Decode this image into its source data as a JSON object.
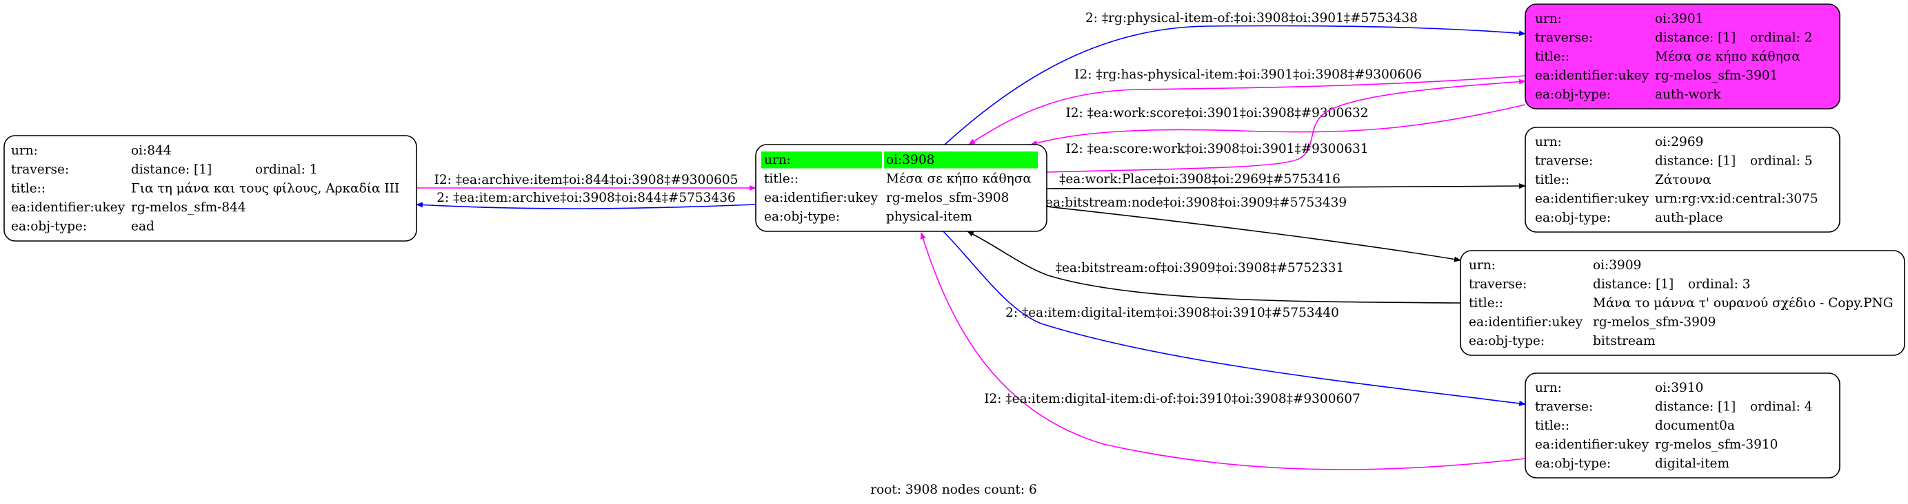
{
  "colors": {
    "blue": "#0000ff",
    "magenta": "#ff00ff",
    "black": "#000000",
    "highlight_green": "#00ff00",
    "node_pink": "#ff33ff"
  },
  "footer": "root: 3908 nodes count: 6",
  "nodes": [
    {
      "id": "oi-844",
      "style": "plain",
      "rows": [
        {
          "key": "urn:",
          "value": "oi:844"
        },
        {
          "key": "traverse:",
          "value": "distance: [1]",
          "extra": "ordinal: 1"
        },
        {
          "key": "title::",
          "value": "Για τη μάνα και τους φίλους, Αρκαδία III"
        },
        {
          "key": "ea:identifier:ukey",
          "value": "rg-melos_sfm-844"
        },
        {
          "key": "ea:obj-type:",
          "value": "ead"
        }
      ]
    },
    {
      "id": "oi-3908",
      "style": "root",
      "rows": [
        {
          "key": "urn:",
          "value": "oi:3908",
          "highlight": true
        },
        {
          "key": "title::",
          "value": "Μέσα σε κήπο κάθησα"
        },
        {
          "key": "ea:identifier:ukey",
          "value": "rg-melos_sfm-3908"
        },
        {
          "key": "ea:obj-type:",
          "value": "physical-item"
        }
      ]
    },
    {
      "id": "oi-3901",
      "style": "pink",
      "rows": [
        {
          "key": "urn:",
          "value": "oi:3901"
        },
        {
          "key": "traverse:",
          "value": "distance: [1]",
          "extra": "ordinal: 2"
        },
        {
          "key": "title::",
          "value": "Μέσα σε κήπο κάθησα"
        },
        {
          "key": "ea:identifier:ukey",
          "value": "rg-melos_sfm-3901"
        },
        {
          "key": "ea:obj-type:",
          "value": "auth-work"
        }
      ]
    },
    {
      "id": "oi-2969",
      "style": "plain",
      "rows": [
        {
          "key": "urn:",
          "value": "oi:2969"
        },
        {
          "key": "traverse:",
          "value": "distance: [1]",
          "extra": "ordinal: 5"
        },
        {
          "key": "title::",
          "value": "Ζάτουνα"
        },
        {
          "key": "ea:identifier:ukey",
          "value": "urn:rg:vx:id:central:3075"
        },
        {
          "key": "ea:obj-type:",
          "value": "auth-place"
        }
      ]
    },
    {
      "id": "oi-3909",
      "style": "plain",
      "rows": [
        {
          "key": "urn:",
          "value": "oi:3909"
        },
        {
          "key": "traverse:",
          "value": "distance: [1]",
          "extra": "ordinal: 3"
        },
        {
          "key": "title::",
          "value": "Μάνα το μάννα τ' ουρανού σχέδιο - Copy.PNG"
        },
        {
          "key": "ea:identifier:ukey",
          "value": "rg-melos_sfm-3909"
        },
        {
          "key": "ea:obj-type:",
          "value": "bitstream"
        }
      ]
    },
    {
      "id": "oi-3910",
      "style": "plain",
      "rows": [
        {
          "key": "urn:",
          "value": "oi:3910"
        },
        {
          "key": "traverse:",
          "value": "distance: [1]",
          "extra": "ordinal: 4"
        },
        {
          "key": "title::",
          "value": "document0a"
        },
        {
          "key": "ea:identifier:ukey",
          "value": "rg-melos_sfm-3910"
        },
        {
          "key": "ea:obj-type:",
          "value": "digital-item"
        }
      ]
    }
  ],
  "edges": [
    {
      "id": "e1",
      "label": "I2: ‡ea:archive:item‡oi:844‡oi:3908‡#9300605",
      "color": "magenta",
      "from": "oi:844",
      "to": "oi:3908"
    },
    {
      "id": "e2",
      "label": "2: ‡ea:item:archive‡oi:3908‡oi:844‡#5753436",
      "color": "blue",
      "from": "oi:3908",
      "to": "oi:844"
    },
    {
      "id": "e3",
      "label": "2: ‡rg:physical-item-of:‡oi:3908‡oi:3901‡#5753438",
      "color": "blue",
      "from": "oi:3908",
      "to": "oi:3901"
    },
    {
      "id": "e4",
      "label": "I2: ‡rg:has-physical-item:‡oi:3901‡oi:3908‡#9300606",
      "color": "magenta",
      "from": "oi:3901",
      "to": "oi:3908"
    },
    {
      "id": "e5",
      "label": "I2: ‡ea:work:score‡oi:3901‡oi:3908‡#9300632",
      "color": "magenta",
      "from": "oi:3901",
      "to": "oi:3908"
    },
    {
      "id": "e6",
      "label": "I2: ‡ea:score:work‡oi:3908‡oi:3901‡#9300631",
      "color": "magenta",
      "from": "oi:3908",
      "to": "oi:3901"
    },
    {
      "id": "e7",
      "label": "‡ea:work:Place‡oi:3908‡oi:2969‡#5753416",
      "color": "black",
      "from": "oi:3908",
      "to": "oi:2969"
    },
    {
      "id": "e8",
      "label": "‡ea:bitstream:node‡oi:3908‡oi:3909‡#5753439",
      "color": "black",
      "from": "oi:3908",
      "to": "oi:3909"
    },
    {
      "id": "e9",
      "label": "‡ea:bitstream:of‡oi:3909‡oi:3908‡#5752331",
      "color": "black",
      "from": "oi:3909",
      "to": "oi:3908"
    },
    {
      "id": "e10",
      "label": "2: ‡ea:item:digital-item‡oi:3908‡oi:3910‡#5753440",
      "color": "blue",
      "from": "oi:3908",
      "to": "oi:3910"
    },
    {
      "id": "e11",
      "label": "I2: ‡ea:item:digital-item:di-of:‡oi:3910‡oi:3908‡#9300607",
      "color": "magenta",
      "from": "oi:3910",
      "to": "oi:3908"
    }
  ]
}
